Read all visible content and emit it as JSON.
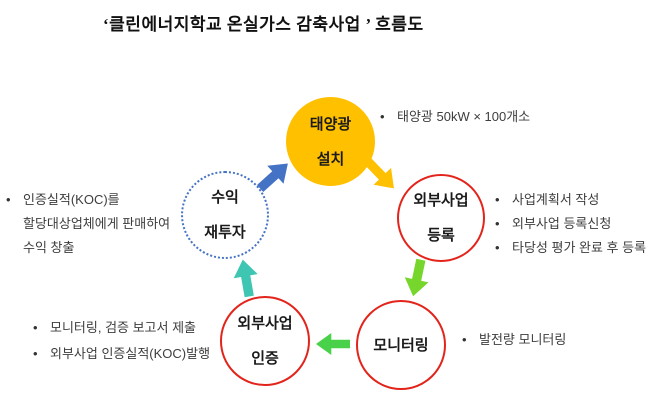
{
  "title": "‘클린에너지학교 온실가스 감축사업 ’ 흐름도",
  "colors": {
    "solar_fill": "#FFC000",
    "node_red_border": "#E2241B",
    "reinvest_border": "#4472C4",
    "arrow_blue": "#4472C4",
    "arrow_orange": "#FFC000",
    "arrow_green_down": "#77D62B",
    "arrow_green_left": "#49D149",
    "arrow_teal": "#3EC6B2"
  },
  "nodes": {
    "solar": "태양광\n설치",
    "register": "외부사업\n등록",
    "monitoring": "모니터링",
    "certify": "외부사업\n인증",
    "reinvest": "수익\n재투자"
  },
  "notes": {
    "solar": [
      "태양광 50kW × 100개소"
    ],
    "register": [
      "사업계획서 작성",
      "외부사업 등록신청",
      "타당성 평가 완료 후 등록"
    ],
    "monitoring": [
      "발전량 모니터링"
    ],
    "certify": [
      "모니터링, 검증 보고서 제출",
      "외부사업 인증실적(KOC)발행"
    ],
    "reinvest": [
      "인증실적(KOC)를\n할당대상업체에게 판매하여\n수익 창출"
    ]
  },
  "arrows": [
    "reinvest-to-solar",
    "solar-to-register",
    "register-to-monitoring",
    "monitoring-to-certify",
    "certify-to-reinvest"
  ]
}
